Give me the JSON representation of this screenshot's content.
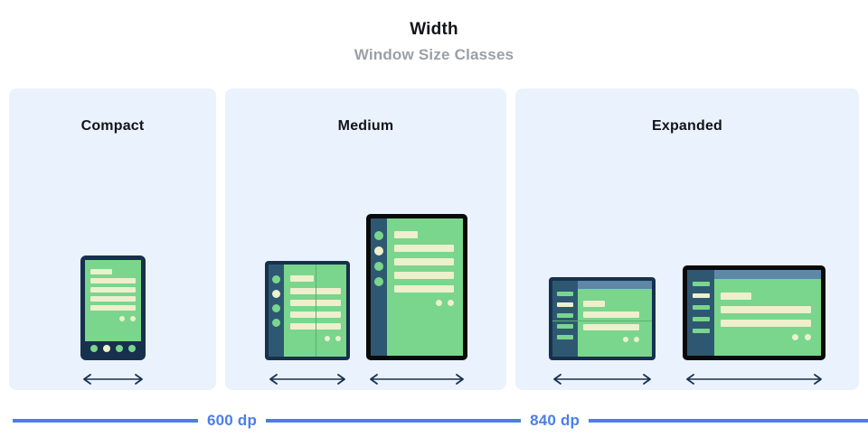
{
  "header": {
    "title": "Width",
    "subtitle": "Window Size Classes"
  },
  "panels": [
    {
      "name": "compact",
      "title": "Compact"
    },
    {
      "name": "medium",
      "title": "Medium"
    },
    {
      "name": "expanded",
      "title": "Expanded"
    }
  ],
  "scale": {
    "breakpoints": [
      {
        "label": "600 dp"
      },
      {
        "label": "840 dp"
      }
    ]
  },
  "icons": {
    "width_arrow": "double-headed-horizontal-arrow"
  },
  "colors": {
    "panel_background": "#EAF2FD",
    "page_background": "#FFFFFF",
    "title_text": "#111418",
    "subtitle_text": "#9AA0A6",
    "breakpoint_blue": "#4A7FE8",
    "device_frame_dark": "#17304D",
    "device_frame_black": "#0A0A0A",
    "screen_green": "#79D68C",
    "content_cream": "#EDEFCD",
    "sidebar_blue": "#2E5871",
    "appbar_blue": "#5E87A8"
  }
}
